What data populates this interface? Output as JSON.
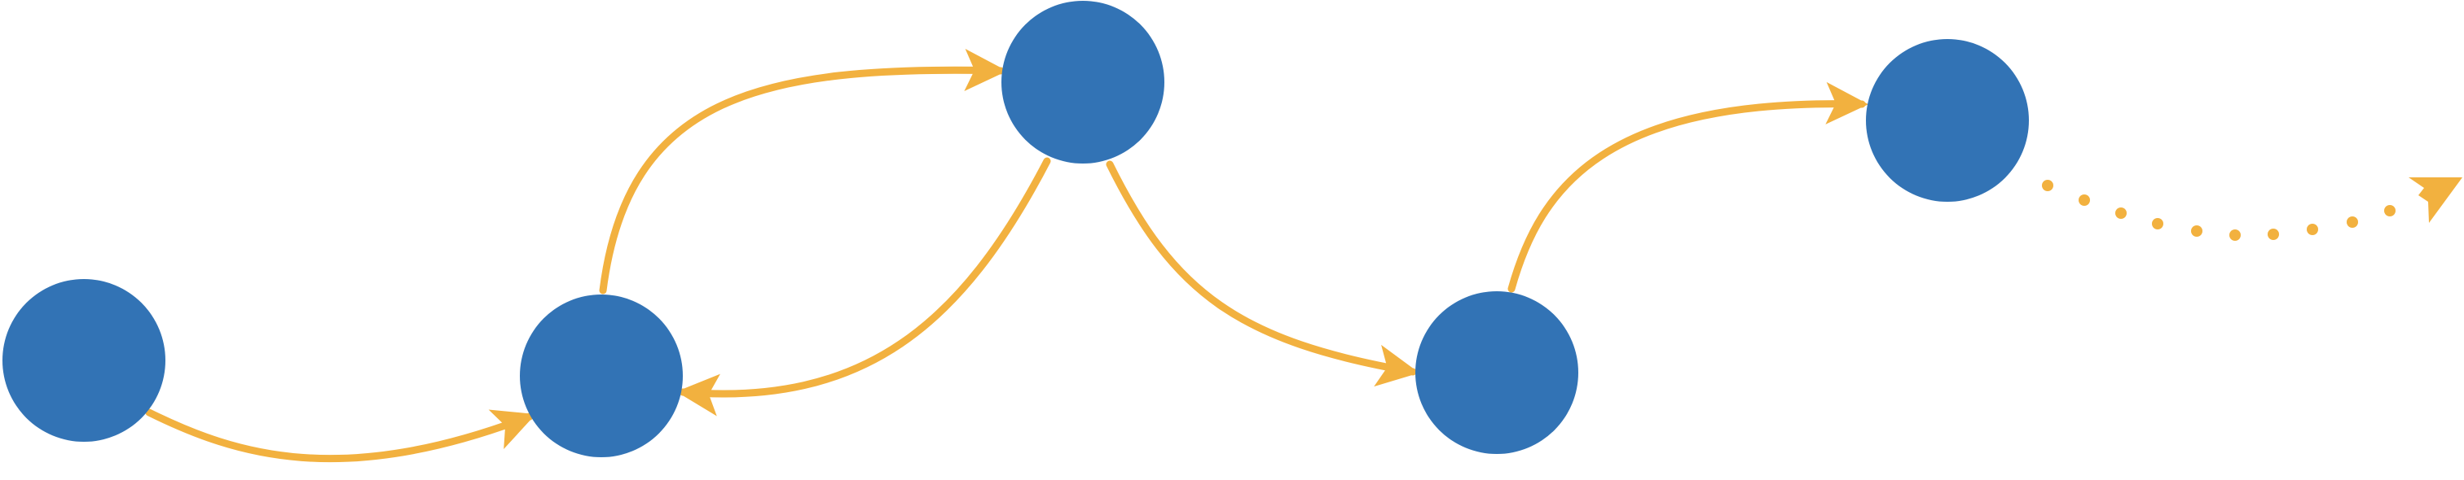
{
  "colors": {
    "node": "#3273b5",
    "edge": "#f2b13f",
    "background": "#ffffff"
  },
  "diagram": {
    "nodes": [
      {
        "id": "n1"
      },
      {
        "id": "n2"
      },
      {
        "id": "n3"
      },
      {
        "id": "n4"
      },
      {
        "id": "n5"
      }
    ],
    "edges": [
      {
        "from": "n1",
        "to": "n2",
        "style": "solid"
      },
      {
        "from": "n2",
        "to": "n3",
        "style": "solid"
      },
      {
        "from": "n3",
        "to": "n2",
        "style": "solid"
      },
      {
        "from": "n3",
        "to": "n4",
        "style": "solid"
      },
      {
        "from": "n4",
        "to": "n5",
        "style": "solid"
      },
      {
        "from": "n5",
        "to": "beyond",
        "style": "dotted"
      }
    ]
  }
}
